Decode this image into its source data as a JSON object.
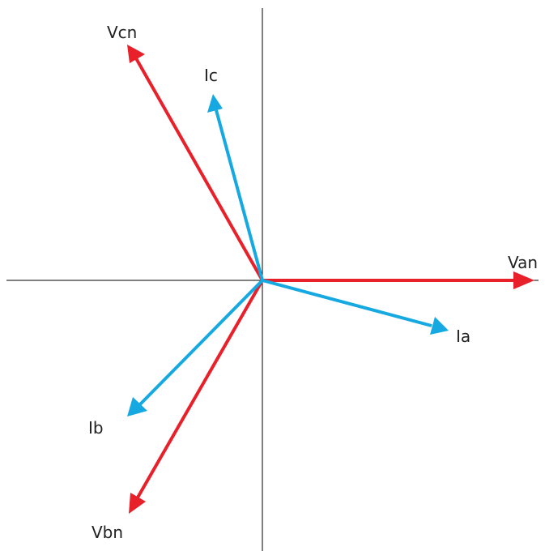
{
  "diagram": {
    "colors": {
      "voltage": "#e8202a",
      "current": "#16a9e1",
      "axis": "#000000"
    },
    "phasors": [
      {
        "id": "van",
        "label": "Van",
        "kind": "voltage"
      },
      {
        "id": "vbn",
        "label": "Vbn",
        "kind": "voltage"
      },
      {
        "id": "vcn",
        "label": "Vcn",
        "kind": "voltage"
      },
      {
        "id": "ia",
        "label": "Ia",
        "kind": "current"
      },
      {
        "id": "ib",
        "label": "Ib",
        "kind": "current"
      },
      {
        "id": "ic",
        "label": "Ic",
        "kind": "current"
      }
    ]
  }
}
